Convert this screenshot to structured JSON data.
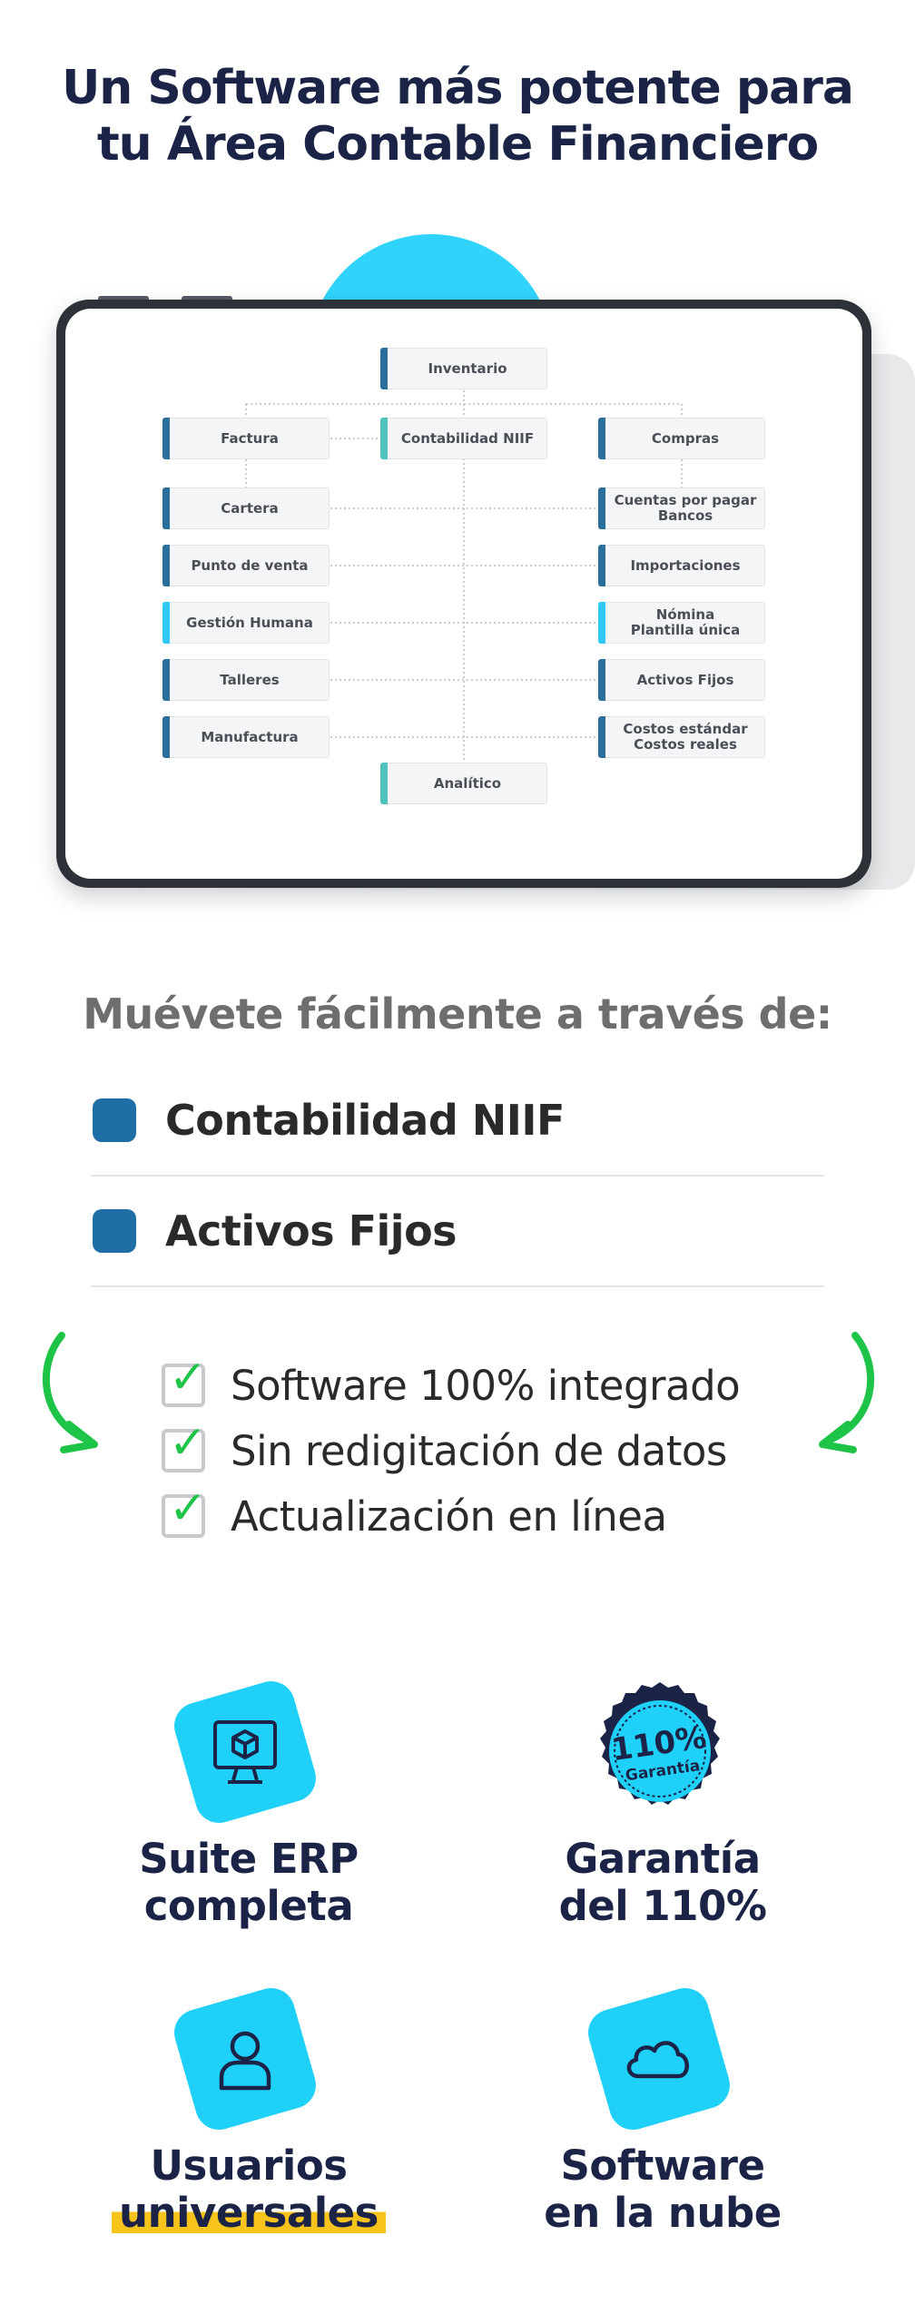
{
  "hero": {
    "title_line1": "Un Software más potente para",
    "title_line2": "tu Área Contable Financiero"
  },
  "diagram": {
    "top": "Inventario",
    "center": "Contabilidad NIIF",
    "left_top": "Factura",
    "right_top": "Compras",
    "bottom": "Analítico",
    "left": [
      "Cartera",
      "Punto de venta",
      "Gestión Humana",
      "Talleres",
      "Manufactura"
    ],
    "right": [
      {
        "l1": "Cuentas por pagar",
        "l2": "Bancos"
      },
      {
        "l1": "Importaciones",
        "l2": ""
      },
      {
        "l1": "Nómina",
        "l2": "Plantilla única"
      },
      {
        "l1": "Activos Fijos",
        "l2": ""
      },
      {
        "l1": "Costos estándar",
        "l2": "Costos reales"
      }
    ]
  },
  "move": {
    "title": "Muévete fácilmente a través de:",
    "items": [
      "Contabilidad NIIF",
      "Activos Fijos"
    ]
  },
  "checks": [
    "Software 100% integrado",
    "Sin redigitación de datos",
    "Actualización en línea"
  ],
  "features": {
    "erp": {
      "l1": "Suite ERP",
      "l2": "completa"
    },
    "guarantee": {
      "l1": "Garantía",
      "l2": "del 110%",
      "badge_l1": "110%",
      "badge_l2": "Garantía"
    },
    "users": {
      "l1": "Usuarios",
      "l2": "universales"
    },
    "cloud": {
      "l1": "Software",
      "l2": "en la nube"
    }
  },
  "colors": {
    "navy": "#1b2447",
    "cyan": "#1fd0f9",
    "blue": "#1e6fa5",
    "green": "#1ec447",
    "yellow": "#f8c31a"
  }
}
